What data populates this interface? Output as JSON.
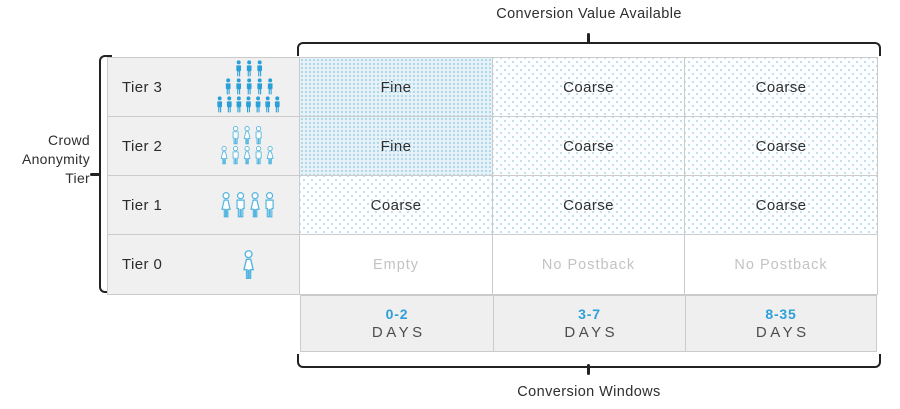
{
  "top_label": "Conversion Value Available",
  "bottom_label": "Conversion Windows",
  "left_label": "Crowd\nAnonymity\nTier",
  "colors": {
    "accent_blue": "#2da0d9",
    "icon_blue_solid": "#2aa0d8",
    "icon_blue_outline": "#52b5df",
    "fine_cell_bg": "#e7f1f8",
    "fine_dot": "#9ccfe7",
    "coarse_dot": "#b3d4e6",
    "muted_text": "#c3c3c3",
    "row_bg": "#f0f0f0",
    "grid_line": "#cbcbcb",
    "bracket": "#222222"
  },
  "matrix": {
    "rows": [
      {
        "tier": "Tier 3",
        "icon": "crowd-tier3-pyramid-icon",
        "cells": [
          "Fine",
          "Coarse",
          "Coarse"
        ]
      },
      {
        "tier": "Tier 2",
        "icon": "crowd-tier2-group-icon",
        "cells": [
          "Fine",
          "Coarse",
          "Coarse"
        ]
      },
      {
        "tier": "Tier 1",
        "icon": "crowd-tier1-row-icon",
        "cells": [
          "Coarse",
          "Coarse",
          "Coarse"
        ]
      },
      {
        "tier": "Tier 0",
        "icon": "person-single-icon",
        "cells": [
          "Empty",
          "No Postback",
          "No Postback"
        ]
      }
    ],
    "windows": [
      {
        "range": "0-2",
        "unit": "DAYS"
      },
      {
        "range": "3-7",
        "unit": "DAYS"
      },
      {
        "range": "8-35",
        "unit": "DAYS"
      }
    ]
  }
}
